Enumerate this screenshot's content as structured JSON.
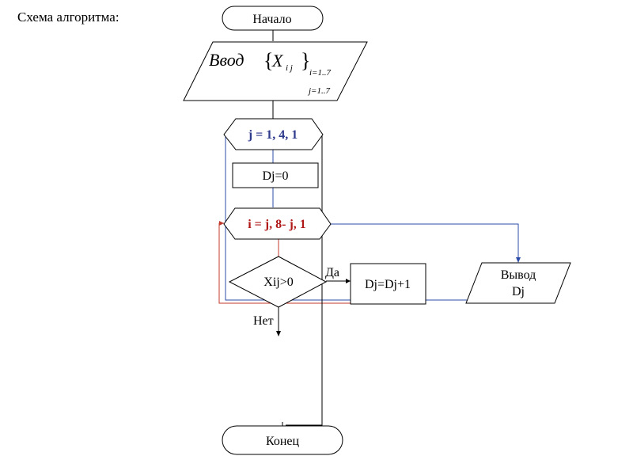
{
  "title": "Схема алгоритма:",
  "nodes": {
    "start": "Начало",
    "input": {
      "word": "Ввод",
      "symbol": "X",
      "subscript": "i j",
      "range_i": "i=1..7",
      "range_j": "j=1..7"
    },
    "loop_j": "j = 1, 4, 1",
    "init": "Dj=0",
    "loop_i": "i = j, 8- j, 1",
    "condition": "Xij>0",
    "increment": "Dj=Dj+1",
    "output_line1": "Вывод",
    "output_line2": "Dj",
    "end": "Конец"
  },
  "branches": {
    "yes": "Да",
    "no": "Нет"
  },
  "colors": {
    "loop_j": "#2e3a8c",
    "loop_i": "#b01818",
    "line": "#000000",
    "blue_line": "#2b4ca8",
    "red_line": "#c0392b"
  }
}
